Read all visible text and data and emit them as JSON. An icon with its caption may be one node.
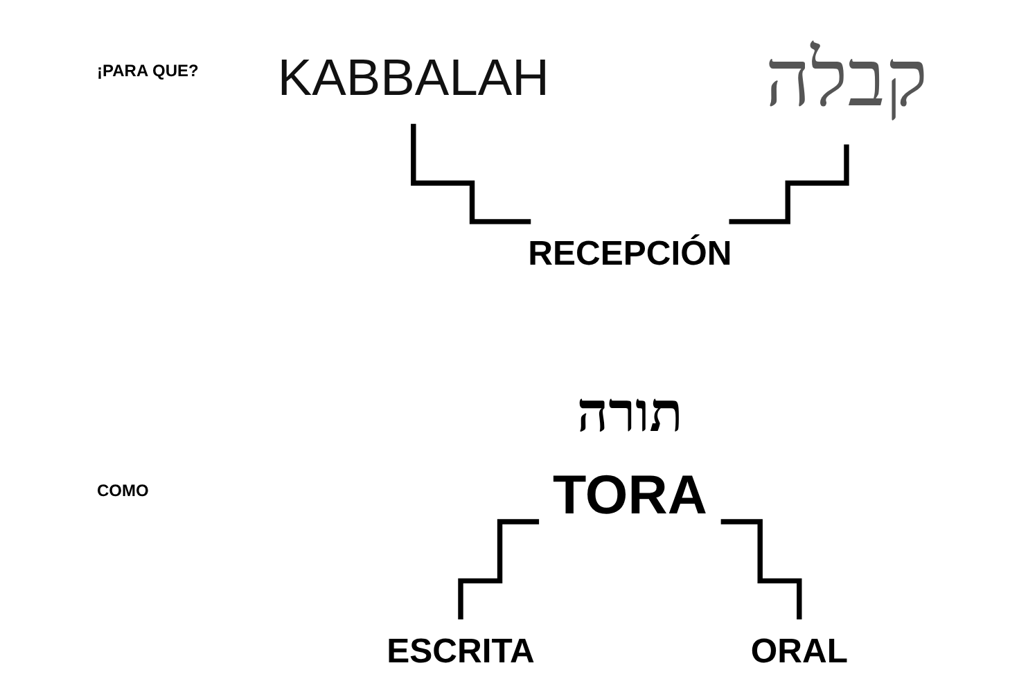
{
  "diagram": {
    "nodes": [
      {
        "text": [
          "KABBALAH"
        ]
      },
      {
        "text": [
          "קבלה"
        ]
      },
      {
        "text": [
          "RECEPCIÓN"
        ]
      },
      {
        "text": [
          "TORA"
        ],
        "beside": [
          "תורה"
        ]
      },
      {
        "text": [
          "ESCRITA"
        ]
      },
      {
        "text": [
          "ORAL"
        ]
      }
    ],
    "edges": [
      {
        "from": 0,
        "to": 2,
        "arrow": "none"
      },
      {
        "from": 1,
        "to": 2,
        "arrow": "none"
      },
      {
        "from": 3,
        "to": 4,
        "arrow": "none"
      },
      {
        "from": 3,
        "to": 5,
        "arrow": "none"
      }
    ],
    "labels": [
      "¡PARA QUE?",
      "COMO"
    ]
  }
}
